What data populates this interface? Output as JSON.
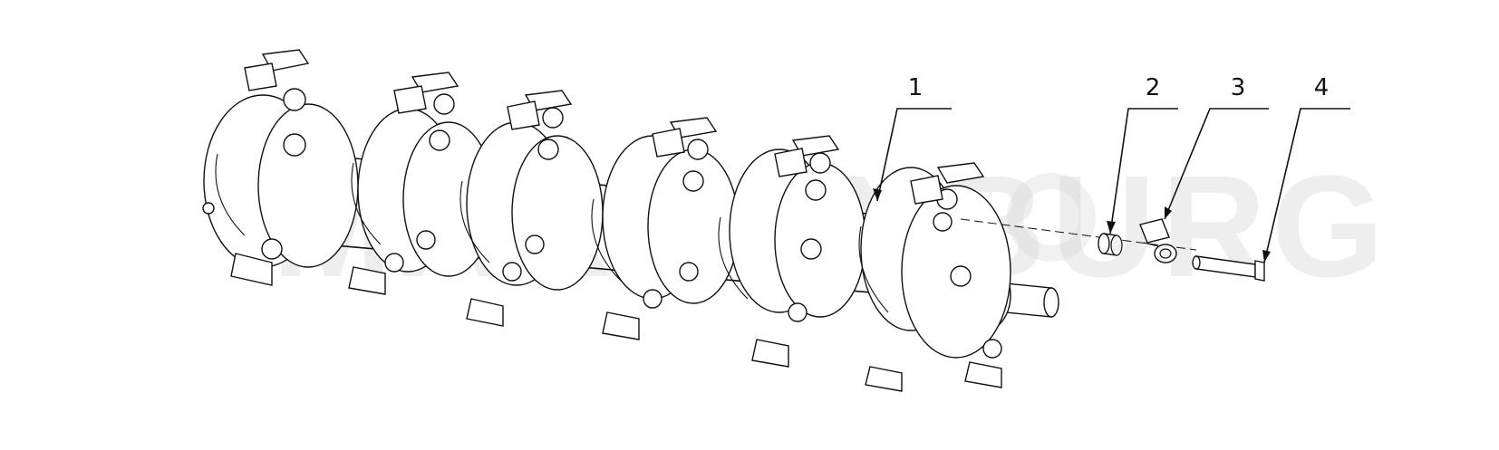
{
  "diagram": {
    "watermark": "MARDENBURG",
    "callouts": [
      {
        "id": "1",
        "label": "1"
      },
      {
        "id": "2",
        "label": "2"
      },
      {
        "id": "3",
        "label": "3"
      },
      {
        "id": "4",
        "label": "4"
      }
    ]
  }
}
